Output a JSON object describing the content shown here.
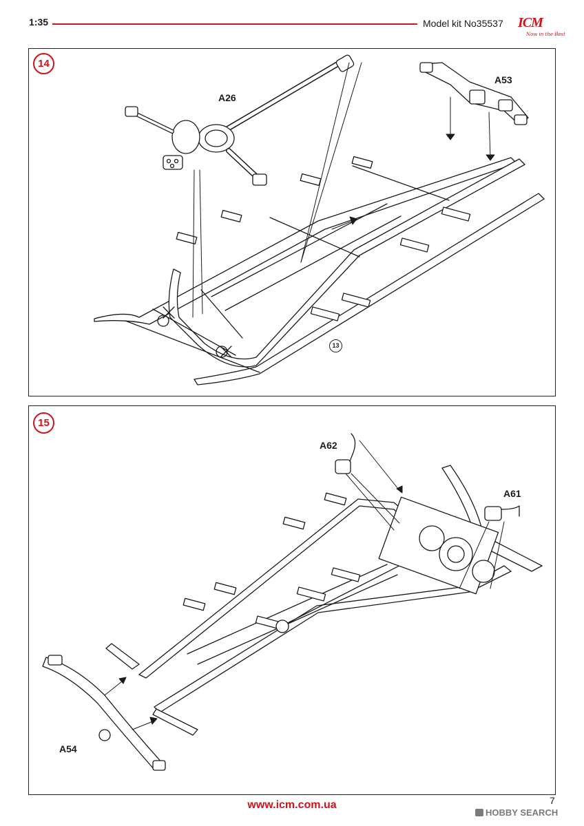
{
  "header": {
    "scale": "1:35",
    "kit": "Model kit No35537",
    "brand": "ICM",
    "slogan": "Now in the Best"
  },
  "steps": [
    {
      "number": "14",
      "parts": [
        "A26",
        "A53"
      ],
      "ref_step": "13"
    },
    {
      "number": "15",
      "parts": [
        "A62",
        "A61",
        "A54"
      ]
    }
  ],
  "footer": {
    "url": "www.icm.com.ua",
    "page": "7",
    "watermark": "HOBBY SEARCH"
  },
  "colors": {
    "accent": "#d0121b",
    "line": "#1a1a1a",
    "watermark": "#7a7a7a"
  }
}
